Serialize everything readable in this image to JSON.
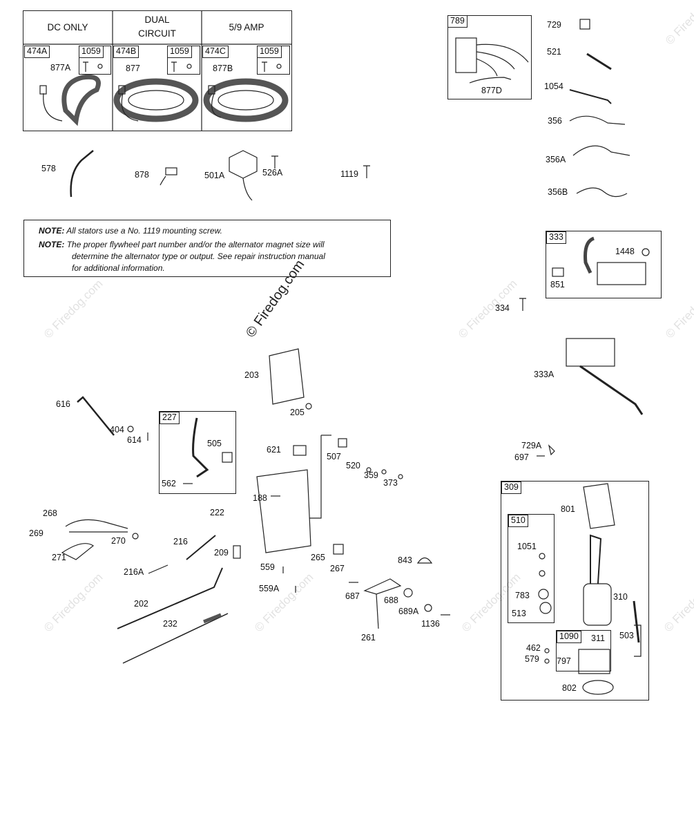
{
  "header": {
    "col1": "DC ONLY",
    "col2_line1": "DUAL",
    "col2_line2": "CIRCUIT",
    "col3": "5/9 AMP"
  },
  "stator_boxes": {
    "b474A": "474A",
    "b474B": "474B",
    "b474C": "474C",
    "screw": "1059",
    "p877A": "877A",
    "p877": "877",
    "p877B": "877B"
  },
  "note": {
    "label1": "NOTE:",
    "text1": "All stators use a No. 1119 mounting screw.",
    "label2": "NOTE:",
    "text2_line1": "The proper flywheel part number and/or the alternator magnet size will",
    "text2_line2": "determine the alternator type or output. See repair instruction manual",
    "text2_line3": "for additional information."
  },
  "watermark": {
    "main": "© Firedog.com",
    "faint": "© Firedog.com"
  },
  "group_boxes": {
    "g789": "789",
    "g333": "333",
    "g227": "227",
    "g309": "309",
    "g510": "510",
    "g1090": "1090"
  },
  "parts": {
    "p578": "578",
    "p878": "878",
    "p501A": "501A",
    "p526A": "526A",
    "p1119": "1119",
    "p877D": "877D",
    "p729": "729",
    "p521": "521",
    "p1054": "1054",
    "p356": "356",
    "p356A": "356A",
    "p356B": "356B",
    "p1448": "1448",
    "p851": "851",
    "p334": "334",
    "p333A": "333A",
    "p203": "203",
    "p205": "205",
    "p616": "616",
    "p404": "404",
    "p614": "614",
    "p505": "505",
    "p562": "562",
    "p621": "621",
    "p507": "507",
    "p520": "520",
    "p359": "359",
    "p373": "373",
    "p188": "188",
    "p222": "222",
    "p729A": "729A",
    "p697": "697",
    "p801": "801",
    "p1051": "1051",
    "p783": "783",
    "p513": "513",
    "p310": "310",
    "p503": "503",
    "p311": "311",
    "p462": "462",
    "p579": "579",
    "p797": "797",
    "p802": "802",
    "p268": "268",
    "p269": "269",
    "p270": "270",
    "p271": "271",
    "p216": "216",
    "p209": "209",
    "p216A": "216A",
    "p265": "265",
    "p267": "267",
    "p559": "559",
    "p559A": "559A",
    "p843": "843",
    "p687": "687",
    "p688": "688",
    "p689A": "689A",
    "p1136": "1136",
    "p261": "261",
    "p202": "202",
    "p232": "232"
  }
}
